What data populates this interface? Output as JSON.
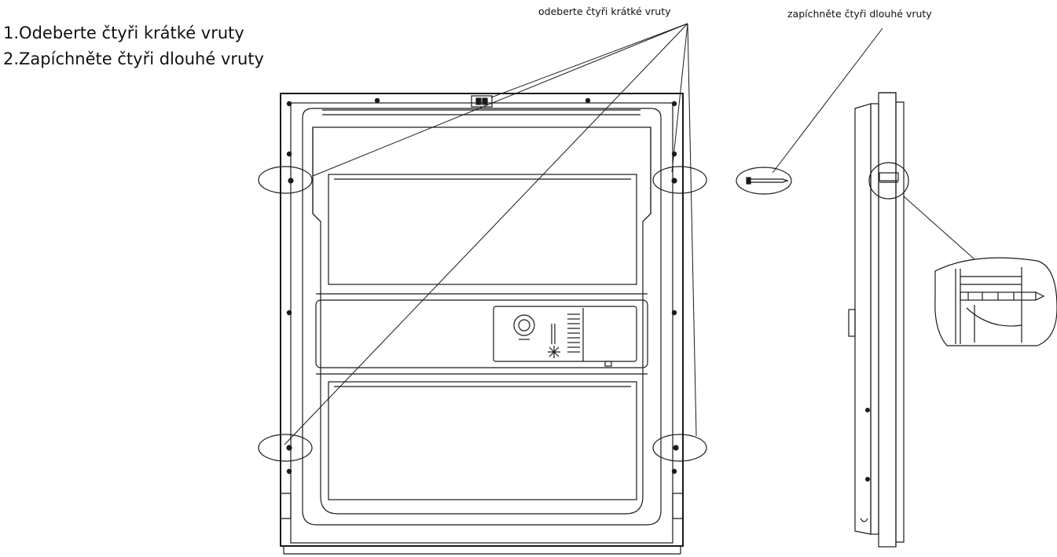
{
  "instructions": {
    "steps": [
      "1.Odeberte čtyři krátké vruty",
      "2.Zapíchněte čtyři dlouhé vruty"
    ]
  },
  "callouts": {
    "remove_short_screws": "odeberte čtyři krátké vruty",
    "insert_long_screws": "zapíchněte čtyři dlouhé vruty"
  },
  "colors": {
    "line": "#1a1a1a",
    "background": "#ffffff"
  }
}
